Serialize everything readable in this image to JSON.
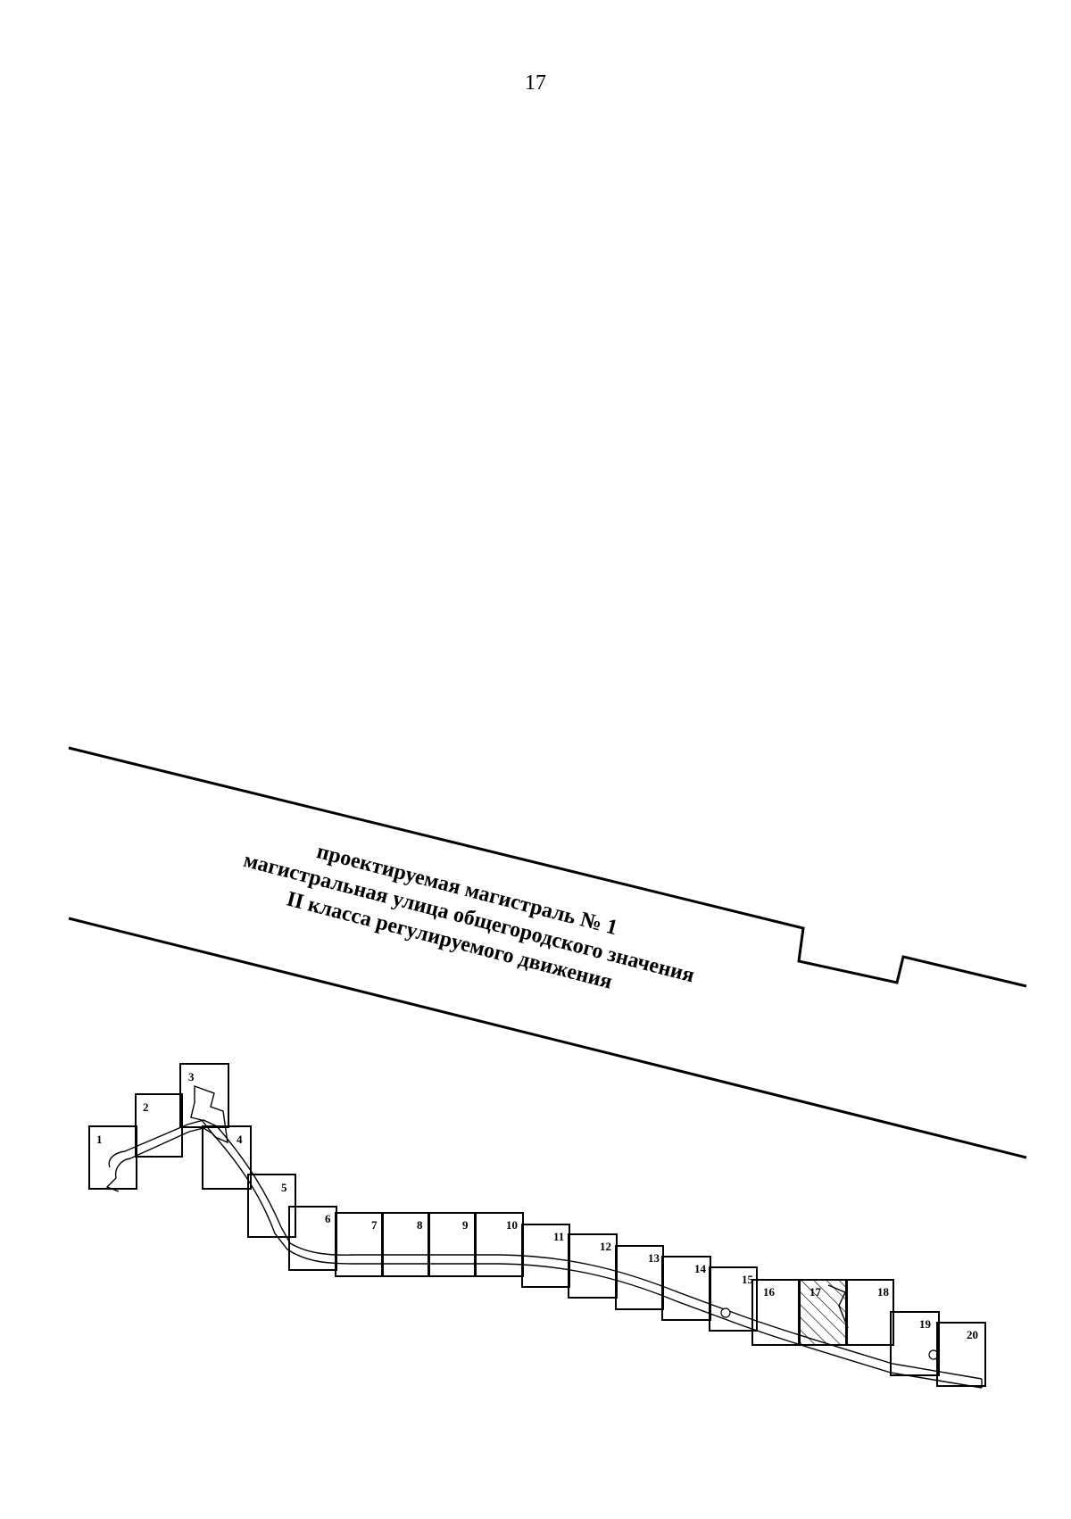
{
  "page": {
    "number": "17"
  },
  "road": {
    "label_lines": [
      "проектируемая магистраль № 1",
      "магистральная улица общегородского значения",
      "II класса регулируемого движения"
    ]
  },
  "sheets": {
    "labels": [
      "1",
      "2",
      "3",
      "4",
      "5",
      "6",
      "7",
      "8",
      "9",
      "10",
      "11",
      "12",
      "13",
      "14",
      "15",
      "16",
      "17",
      "18",
      "19",
      "20"
    ],
    "highlighted": "17"
  }
}
